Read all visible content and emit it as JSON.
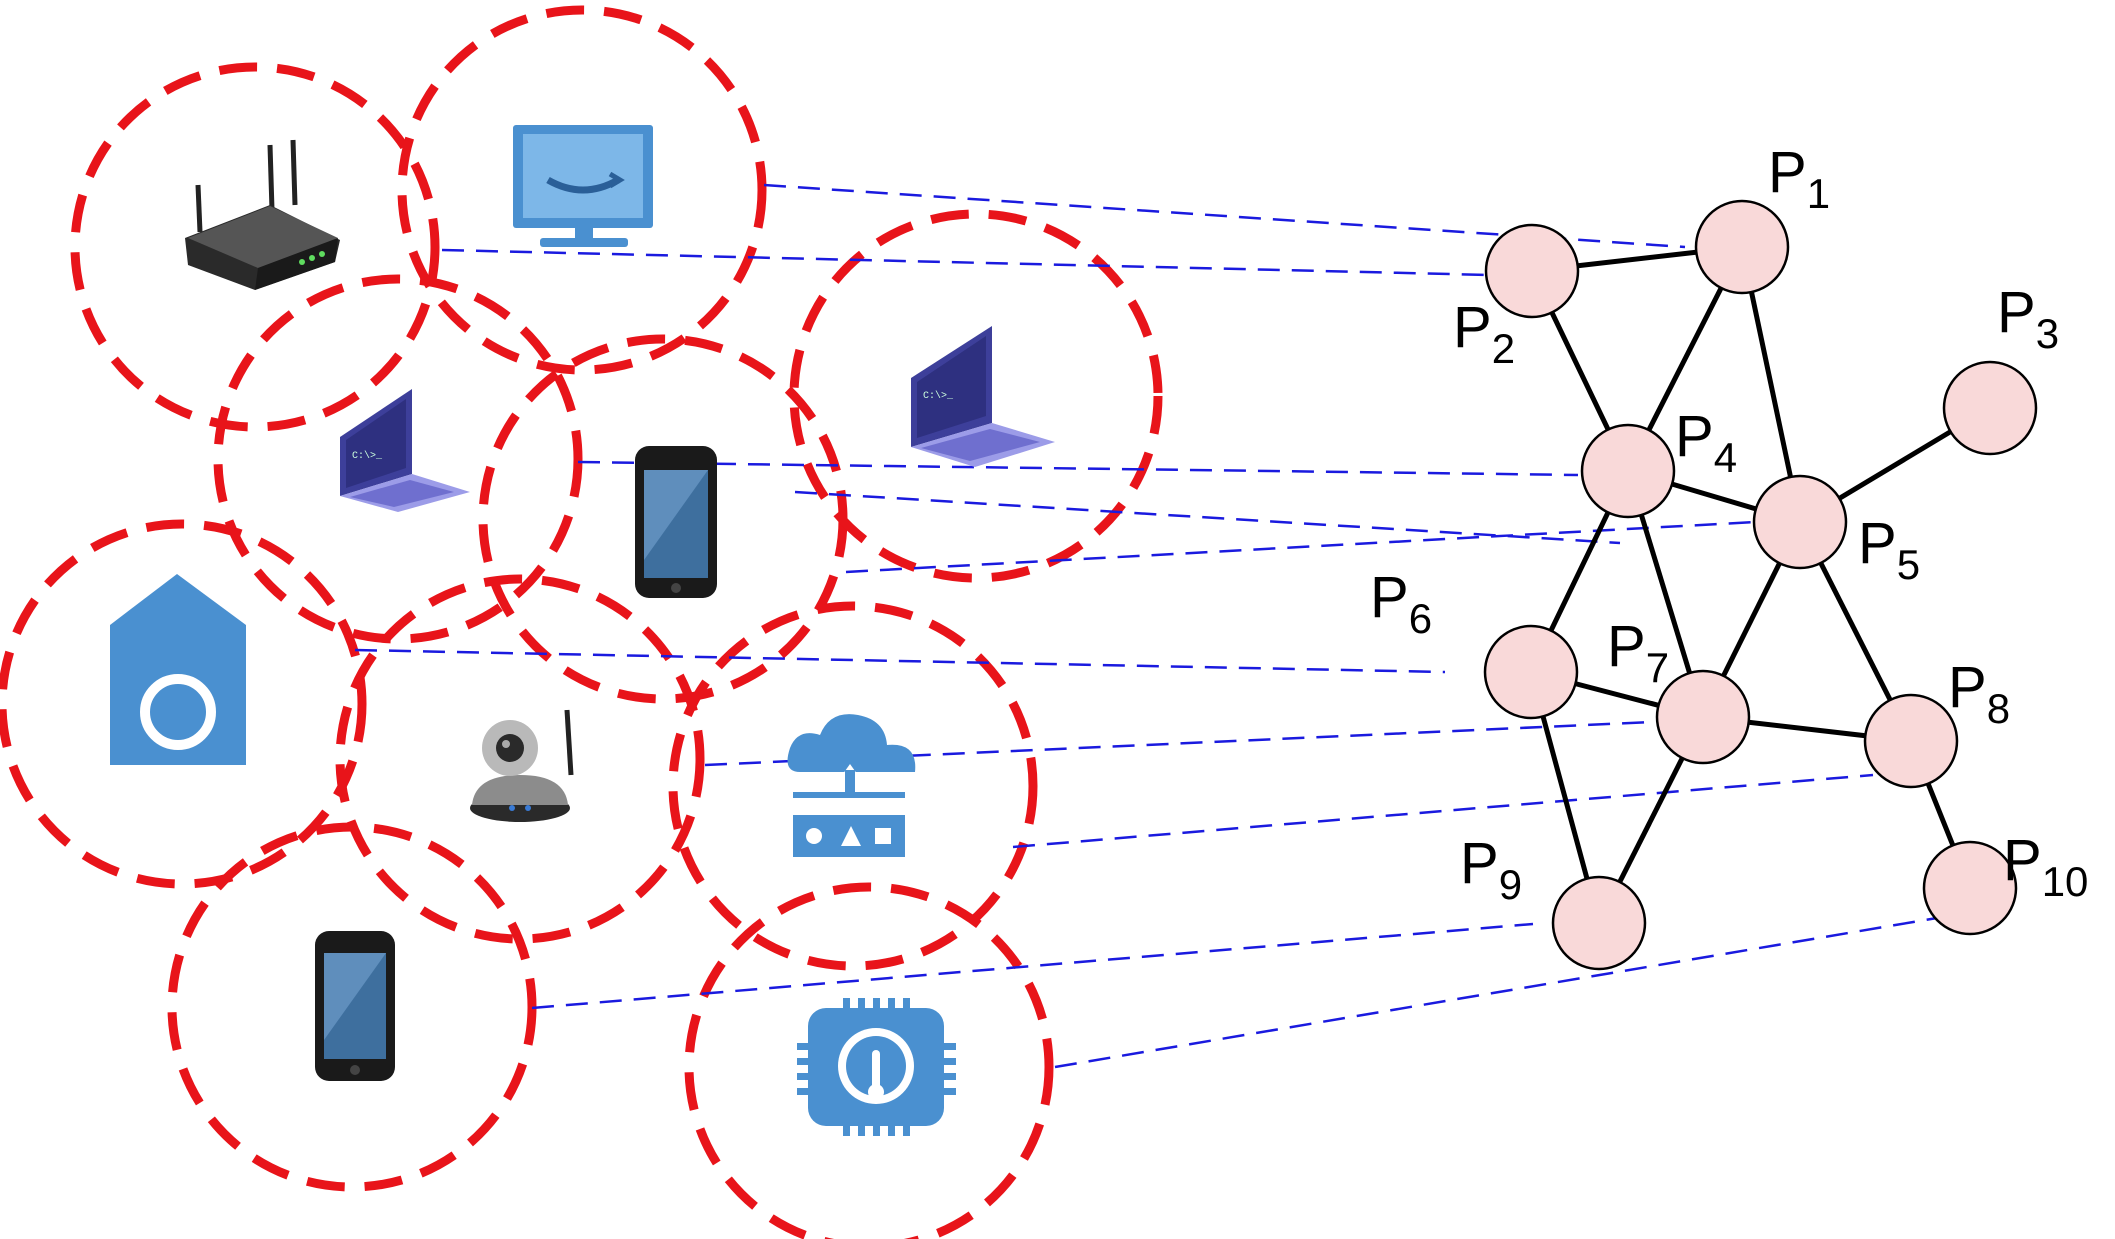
{
  "colors": {
    "coverage_circle": "#e8141a",
    "mapping_line": "#1a1adf",
    "graph_edge": "#000000",
    "graph_node_fill": "#f9d9d9",
    "graph_node_stroke": "#000000",
    "icon_blue": "#4a90d0"
  },
  "devices": [
    {
      "id": "d1",
      "icon": "router-icon"
    },
    {
      "id": "d2",
      "icon": "smart-tv-icon"
    },
    {
      "id": "d3",
      "icon": "laptop-icon"
    },
    {
      "id": "d4",
      "icon": "smartphone-icon"
    },
    {
      "id": "d5",
      "icon": "laptop-icon"
    },
    {
      "id": "d6",
      "icon": "smart-home-icon"
    },
    {
      "id": "d7",
      "icon": "ip-camera-icon"
    },
    {
      "id": "d8",
      "icon": "cloud-gateway-icon"
    },
    {
      "id": "d9",
      "icon": "smartphone-icon"
    },
    {
      "id": "d10",
      "icon": "temperature-sensor-chip-icon"
    }
  ],
  "nodes": [
    {
      "id": "P1",
      "label": "P",
      "sub": "1"
    },
    {
      "id": "P2",
      "label": "P",
      "sub": "2"
    },
    {
      "id": "P3",
      "label": "P",
      "sub": "3"
    },
    {
      "id": "P4",
      "label": "P",
      "sub": "4"
    },
    {
      "id": "P5",
      "label": "P",
      "sub": "5"
    },
    {
      "id": "P6",
      "label": "P",
      "sub": "6"
    },
    {
      "id": "P7",
      "label": "P",
      "sub": "7"
    },
    {
      "id": "P8",
      "label": "P",
      "sub": "8"
    },
    {
      "id": "P9",
      "label": "P",
      "sub": "9"
    },
    {
      "id": "P10",
      "label": "P",
      "sub": "10"
    }
  ],
  "edges": [
    [
      "P1",
      "P2"
    ],
    [
      "P1",
      "P4"
    ],
    [
      "P1",
      "P5"
    ],
    [
      "P2",
      "P4"
    ],
    [
      "P3",
      "P5"
    ],
    [
      "P4",
      "P5"
    ],
    [
      "P4",
      "P6"
    ],
    [
      "P4",
      "P7"
    ],
    [
      "P5",
      "P7"
    ],
    [
      "P5",
      "P8"
    ],
    [
      "P6",
      "P7"
    ],
    [
      "P6",
      "P9"
    ],
    [
      "P7",
      "P8"
    ],
    [
      "P7",
      "P9"
    ],
    [
      "P8",
      "P10"
    ]
  ]
}
